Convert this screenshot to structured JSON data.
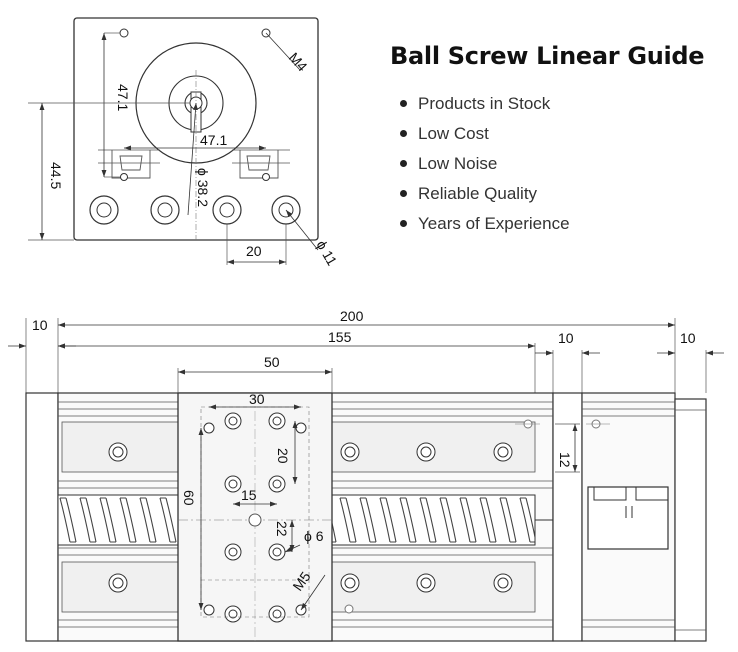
{
  "title": "Ball Screw Linear Guide",
  "features": [
    "Products in Stock",
    "Low Cost",
    "Low Noise",
    "Reliable Quality",
    "Years of Experience"
  ],
  "end_view_dims": {
    "height_47_1": "47.1",
    "width_47_1": "47.1",
    "height_44_5": "44.5",
    "thread_m4": "M4",
    "diameter_38_2": "ϕ 38.2",
    "pitch_20": "20",
    "diameter_11": "ϕ 11"
  },
  "top_view_dims": {
    "left_10": "10",
    "overall_200": "200",
    "stroke_155": "155",
    "motor_10": "10",
    "right_10": "10",
    "carriage_50": "50",
    "holes_30": "30",
    "spacing_20": "20",
    "spacing_15": "15",
    "height_60": "60",
    "spacing_22": "22",
    "diameter_6": "ϕ 6",
    "thread_m5": "M5",
    "height_12": "12"
  },
  "colors": {
    "line": "#333333",
    "dim": "#444444",
    "rail": "#e0e0e0",
    "carriage": "#f2f2f2"
  }
}
